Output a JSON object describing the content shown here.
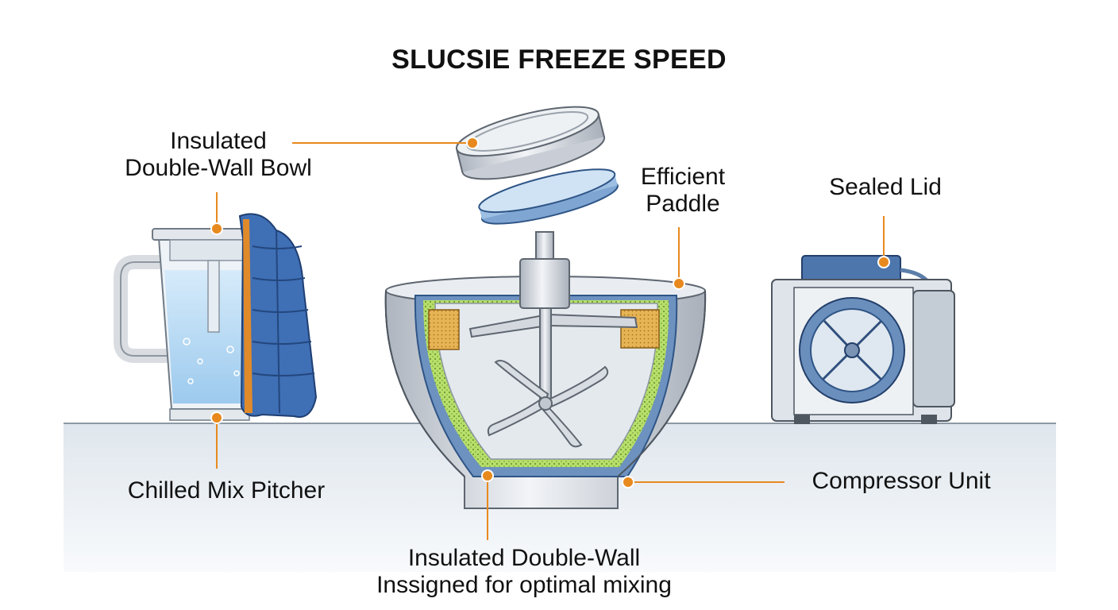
{
  "title": "SLUCSIE FREEZE SPEED",
  "labels": {
    "bowl_line1": "Insulated",
    "bowl_line2": "Double-Wall Bowl",
    "paddle_line1": "Efficient",
    "paddle_line2": "Paddle",
    "lid": "Sealed Lid",
    "pitcher": "Chilled Mix Pitcher",
    "compressor": "Compressor Unit",
    "bottom_line1": "Insulated Double-Wall",
    "bottom_line2": "Inssigned for optimal mixing"
  },
  "colors": {
    "callout": "#e8891e",
    "steel": "#c9ced6",
    "insulation_blue": "#5f86b8",
    "foam_green": "#a8d65c",
    "cork": "#e0a84a",
    "water": "#bcdcf4",
    "jacket": "#3f6fb5",
    "floor": "#e9eef3"
  }
}
